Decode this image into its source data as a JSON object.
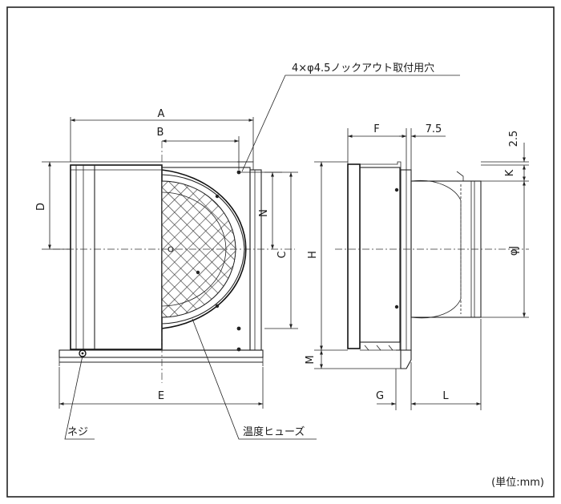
{
  "note": "4×φ4.5ノックアウト取付用穴",
  "callouts": {
    "screw": "ネジ",
    "fuse": "温度ヒューズ"
  },
  "unit": "(単位:mm)",
  "dims": {
    "a": "A",
    "b": "B",
    "c": "C",
    "d": "D",
    "e": "E",
    "n": "N",
    "f": "F",
    "seven_five": "7.5",
    "two_five": "2.5",
    "k": "K",
    "h": "H",
    "phi_j": "φJ",
    "m": "M",
    "g": "G",
    "l": "L"
  }
}
